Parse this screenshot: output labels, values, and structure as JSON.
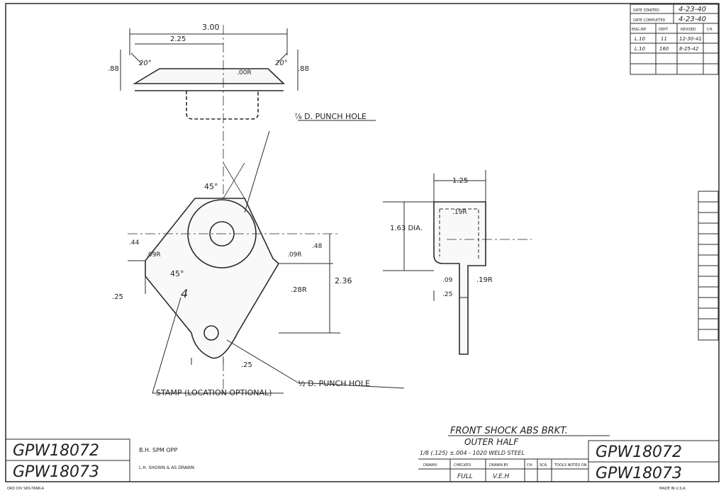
{
  "drawing": {
    "numbers": {
      "left_top": "GPW18072",
      "left_bottom": "GPW18073",
      "right_top": "GPW18072",
      "right_bottom": "GPW18073"
    },
    "title": {
      "line1": "FRONT SHOCK ABS BRKT.",
      "line2": "OUTER HALF",
      "line3": "1/8 (.125) ±.004 - 1020 WELD STEEL"
    },
    "notes": {
      "engineer": "B.H. SPM OPP",
      "print_note": "L.H. SHOWN & AS DRAWN"
    },
    "footer": {
      "left": "ORD DIV SRS-TANK-A",
      "right": "MADE IN U.S.A."
    },
    "title_block": {
      "labels": [
        "DRAWN",
        "CHECKED",
        "DRAWN BY",
        "CH.",
        "SCA.",
        "TOOLS NOTED ON"
      ],
      "values": [
        "FULL",
        "V.E.H"
      ]
    },
    "revision": {
      "date_started_label": "DATE STARTED",
      "date_started": "4-23-40",
      "date_completed_label": "DATE COMPLETED",
      "date_completed": "4-23-40",
      "col_headers": [
        "ENG.INF.",
        "DEPT.",
        "REVISED",
        "CH."
      ],
      "rows": [
        [
          "L.10",
          "11",
          "12-30-41",
          ""
        ],
        [
          "L.10",
          "160",
          "8-25-42",
          ""
        ]
      ]
    },
    "dimensions": {
      "overall_width": "3.00",
      "partial_width": "2.25",
      "flange_height_left": ".88",
      "flange_height_right": ".88",
      "angle_left": "20°",
      "angle_right": "20°",
      "inner_radius_top": ".00R",
      "angle_45_top": "45°",
      "angle_45_mid": "45°",
      "left_height": ".44",
      "right_height": ".48",
      "corner_radius_left": ".09R",
      "corner_radius_right": ".09R",
      "corner_radius_bottom": ".28R",
      "overall_height": "2.36",
      "left_offset": ".25",
      "hole_offset": ".25",
      "side_width": "1.25",
      "side_dia": "1.63 DIA.",
      "side_radius": ".19R",
      "side_inner": ".09",
      "side_radius_bottom": ".19R",
      "side_thickness": ".25"
    },
    "callouts": {
      "top_hole": "⅞ D. PUNCH HOLE",
      "bottom_hole": "½ D. PUNCH HOLE",
      "stamp": "STAMP (LOCATION OPTIONAL)",
      "stamp_mark": "4"
    },
    "colors": {
      "line": "#2a2a2a",
      "paper": "#ffffff"
    }
  }
}
